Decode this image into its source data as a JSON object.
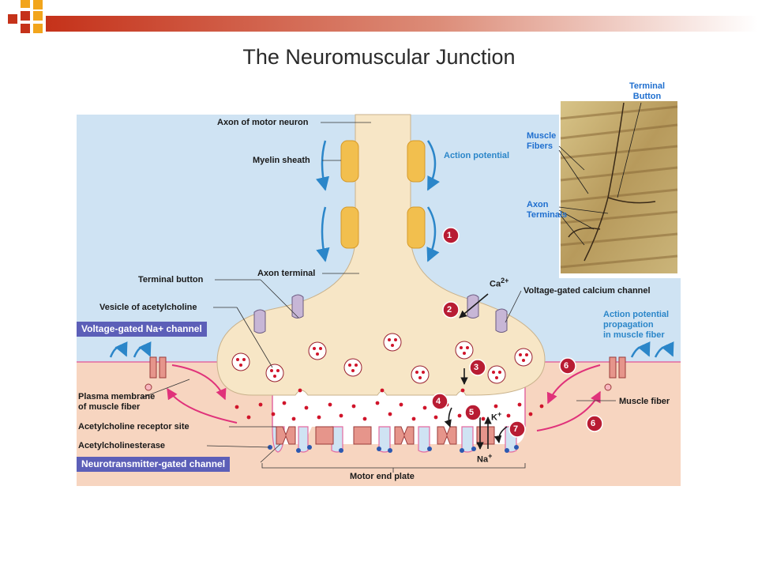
{
  "title": "The Neuromuscular Junction",
  "labels": {
    "axon_motor_neuron": "Axon of motor neuron",
    "myelin_sheath": "Myelin sheath",
    "action_potential": "Action potential",
    "axon_terminal": "Axon terminal",
    "terminal_button": "Terminal button",
    "vesicle": "Vesicle of acetylcholine",
    "na_channel": "Voltage-gated Na+ channel",
    "ca_channel": "Voltage-gated calcium channel",
    "ca_ion": "Ca",
    "ca_sup": "2+",
    "ap_propagation_1": "Action potential",
    "ap_propagation_2": "propagation",
    "ap_propagation_3": "in muscle fiber",
    "plasma_membrane_1": "Plasma membrane",
    "plasma_membrane_2": "of muscle fiber",
    "muscle_fiber": "Muscle fiber",
    "ach_receptor": "Acetylcholine receptor site",
    "ache": "Acetylcholinesterase",
    "nt_gated_channel": "Neurotransmitter-gated channel",
    "motor_end_plate": "Motor end plate",
    "k_ion": "K",
    "k_sup": "+",
    "na_ion": "Na",
    "na_sup": "+"
  },
  "photo_labels": {
    "terminal_button_1": "Terminal",
    "terminal_button_2": "Button",
    "muscle_fibers_1": "Muscle",
    "muscle_fibers_2": "Fibers",
    "axon_terminals_1": "Axon",
    "axon_terminals_2": "Terminals"
  },
  "steps": [
    "1",
    "2",
    "3",
    "4",
    "5",
    "6",
    "6",
    "7"
  ],
  "colors": {
    "synapse_bg": "#cfe3f3",
    "muscle_bg": "#f7d5c0",
    "neuron": "#f7e6c6",
    "myelin": "#f2bf4e",
    "vesicle_dot": "#d0142a",
    "step_badge": "#b81c33",
    "label_box": "#5c5fb8",
    "arrow_blue": "#2b86c9",
    "arrow_pink": "#e0327a"
  }
}
